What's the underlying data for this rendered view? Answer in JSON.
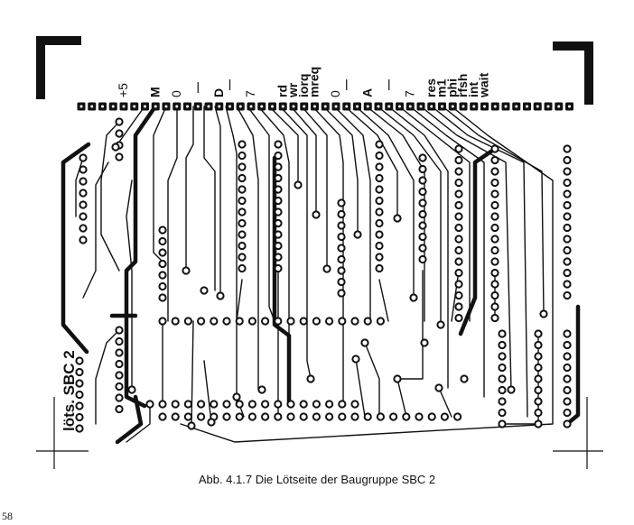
{
  "pin_labels": [
    "+5",
    "M",
    "0",
    "D",
    "7",
    "rd",
    "wr",
    "iorq",
    "mreq",
    "0",
    "A",
    "7",
    "res",
    "m1",
    "phi",
    "rfsh",
    "int",
    "wait"
  ],
  "side_label": "löts. SBC 2",
  "caption": "Abb. 4.1.7  Die Lötseite der Baugruppe SBC 2",
  "page_number": "58"
}
